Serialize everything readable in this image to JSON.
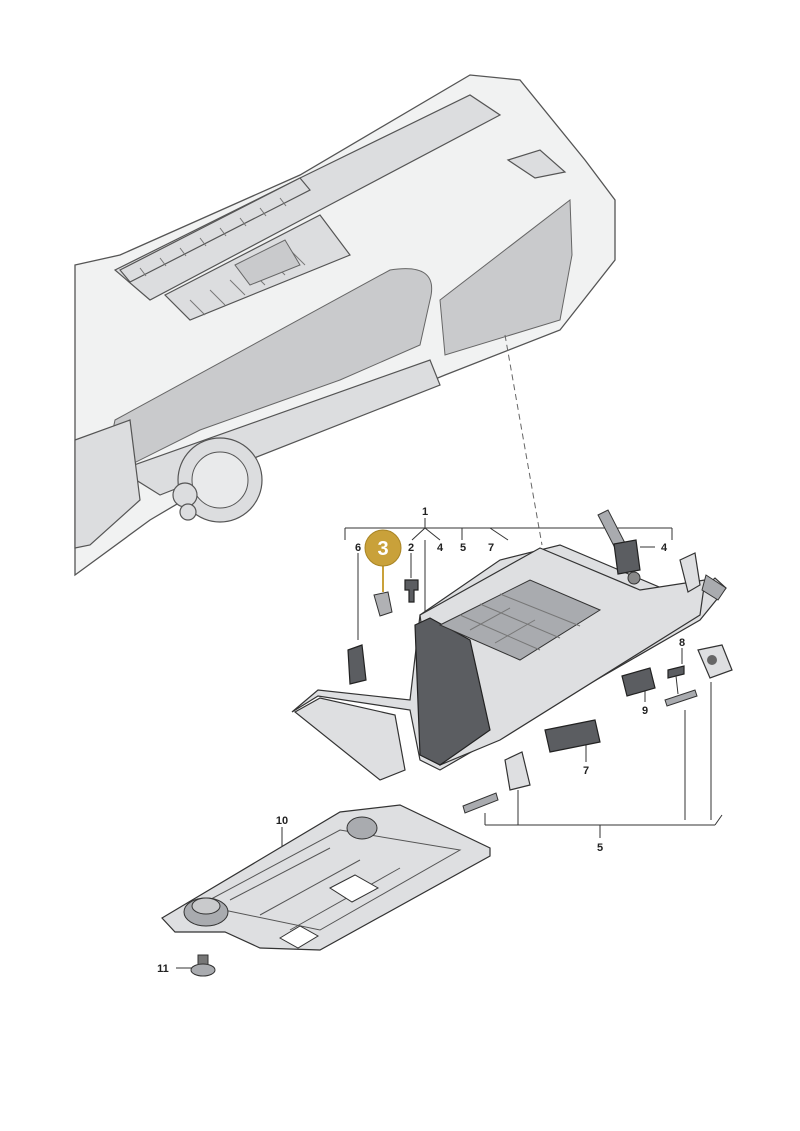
{
  "highlight": {
    "label": "3",
    "color": "#c9a13a"
  },
  "callouts": {
    "c1": "1",
    "c2": "2",
    "c4_top": "4",
    "c5_top": "5",
    "c6": "6",
    "c7_top": "7",
    "c4_right": "4",
    "c8": "8",
    "c9": "9",
    "c7_bottom": "7",
    "c5_bottom": "5",
    "c10": "10",
    "c11": "11"
  }
}
